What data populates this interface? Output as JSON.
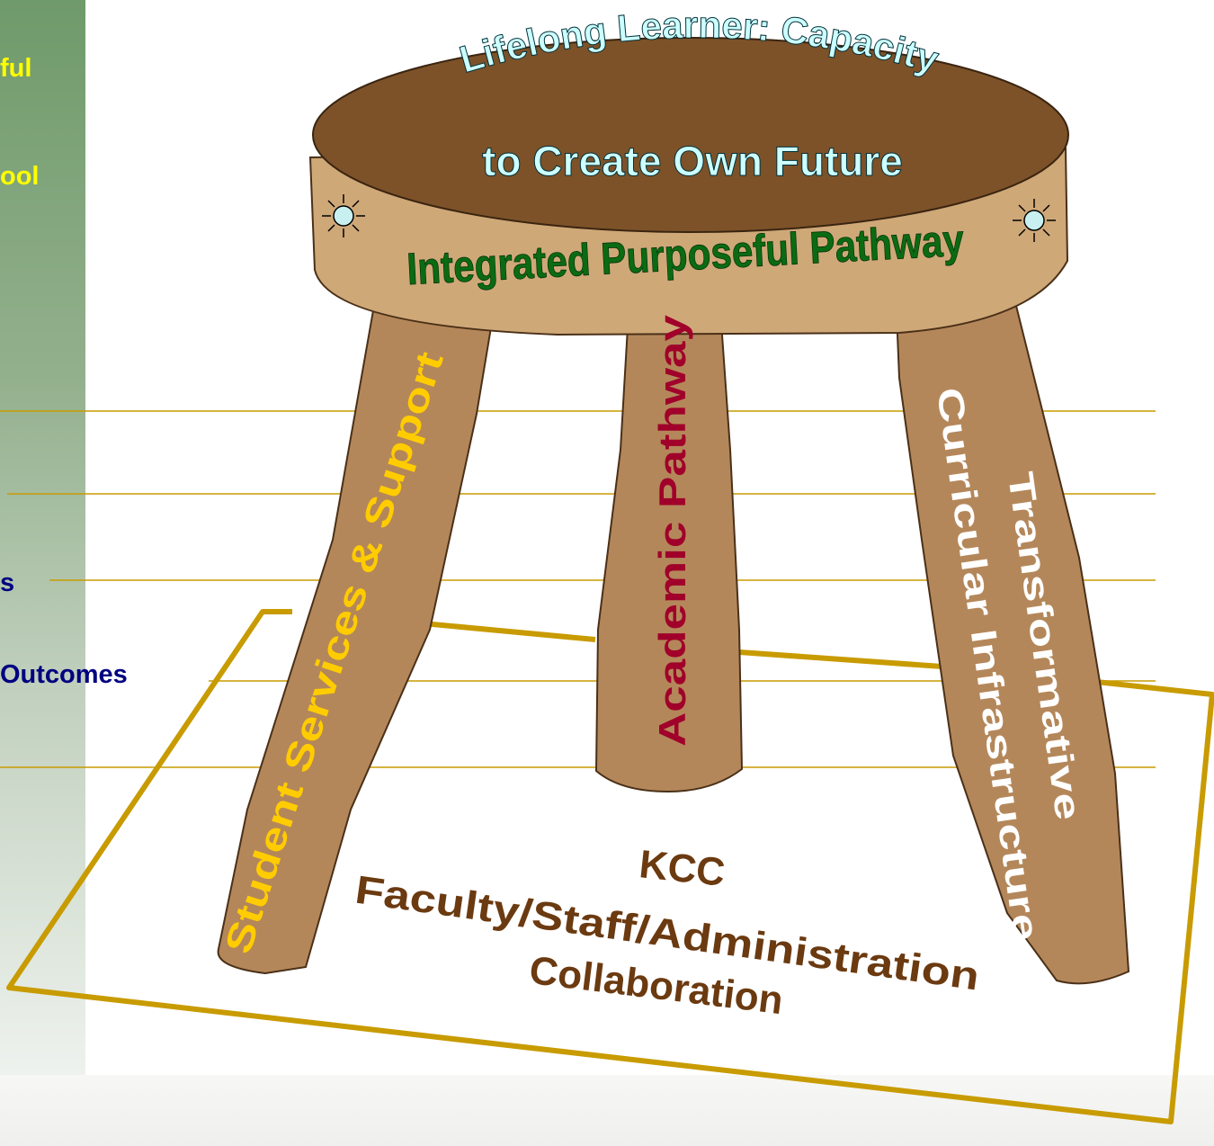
{
  "sidebar_fragments": {
    "line1": "ful",
    "line2": "ool",
    "line3": "s",
    "line4": "Outcomes"
  },
  "stool": {
    "seat_top_line1": "Lifelong Learner: Capacity",
    "seat_top_line2": "to Create Own Future",
    "seat_band": "Integrated Purposeful Pathway",
    "leg_left": "Student Services & Support",
    "leg_middle": "Academic Pathway",
    "leg_right_line1": "Transformative",
    "leg_right_line2": "Curricular Infrastructure"
  },
  "base": {
    "line1": "KCC",
    "line2": "Faculty/Staff/Administration",
    "line3": "Collaboration"
  },
  "colors": {
    "seat_top": "#7d5229",
    "seat_band": "#cfa878",
    "leg": "#b4875a",
    "seat_text": "#ccffff",
    "band_text": "#0b6b12",
    "left_leg_text": "#ffcc00",
    "middle_leg_text": "#a0002a",
    "right_leg_text": "#ffffff",
    "base_text": "#6b3a10",
    "frame": "#c89b00",
    "sidebar_yellow": "#ffff00",
    "sidebar_navy": "#000080"
  }
}
